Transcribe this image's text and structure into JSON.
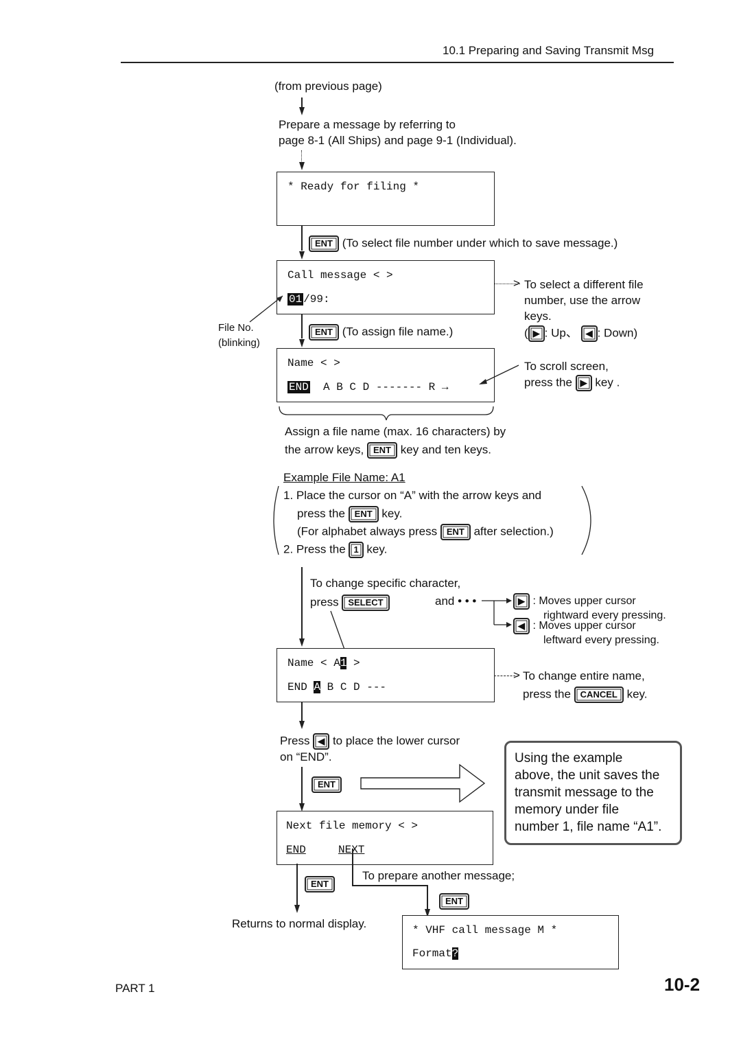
{
  "header": {
    "section_title": "10.1 Preparing and Saving Transmit Msg"
  },
  "flow": {
    "from_previous": "(from previous page)",
    "prepare_line1": "Prepare a message by referring to",
    "prepare_line2": "page 8-1 (All Ships) and page 9-1 (Individual).",
    "screen1": {
      "line1": "* Ready for filing *"
    },
    "step1": {
      "key": "ENT",
      "note": "(To select file number under which to save message.)"
    },
    "screen2": {
      "line1": "Call message <      >",
      "file_no": "01",
      "line2_rest": "/99:"
    },
    "file_no_label": "File No.",
    "file_no_sub": "(blinking)",
    "select_file_note": {
      "line1": "To select a different file",
      "line2": "number, use the arrow",
      "line3": "keys.",
      "up_label": ": Up、",
      "down_label": ": Down)",
      "open_paren": "("
    },
    "step2": {
      "key": "ENT",
      "note": "(To assign file name.)"
    },
    "screen3": {
      "line1": "Name <      >",
      "end_label": "END",
      "line2_rest": "A B C D ------- R →"
    },
    "scroll_note": {
      "line1": "To scroll screen,",
      "line2_pre": "press the",
      "line2_post": "key ."
    },
    "assign_note": {
      "line1": "Assign a file name (max. 16 characters) by",
      "line2_pre": "the arrow keys,",
      "key": "ENT",
      "line2_post": "key and ten keys."
    },
    "example": {
      "title": "Example File Name: A1",
      "item1_line1": "1. Place the cursor on “A” with the arrow keys and",
      "item1_line2_pre": "press the",
      "item1_line2_post": "key.",
      "item1_line3_pre": "(For alphabet always press",
      "item1_line3_post": "after selection.)",
      "item2_pre": "2. Press the",
      "item2_key": "1",
      "item2_post": "key.",
      "key": "ENT"
    },
    "change_char": {
      "line1": "To change specific character,",
      "press": "press",
      "select_key": "SELECT",
      "and": "and • • •",
      "right_line1": ": Moves upper cursor",
      "right_line2": "rightward every pressing.",
      "left_line1": ": Moves upper cursor",
      "left_line2": "leftward every pressing."
    },
    "screen4": {
      "line1_pre": "Name < A",
      "line1_cursor": "1",
      "line1_post": " >",
      "line2_pre": "END ",
      "line2_cursor": "A",
      "line2_post": " B C D ---"
    },
    "change_name": {
      "line1": "To change entire name,",
      "line2_pre": "press the",
      "key": "CANCEL",
      "line2_post": "key."
    },
    "press_left": {
      "pre": "Press",
      "post": "to place the lower cursor",
      "line2": "on “END”."
    },
    "step3": {
      "key": "ENT"
    },
    "callout": {
      "line1": "Using the example",
      "line2": "above, the unit saves the",
      "line3": "transmit message to the",
      "line4": "memory under file",
      "line5": "number 1, file name “A1”."
    },
    "screen5": {
      "line1": "Next file memory <      >",
      "opt_end": "END",
      "opt_next": "NEXT"
    },
    "branch_end": {
      "key": "ENT",
      "result": "Returns to normal display."
    },
    "branch_next": {
      "note": "To prepare another message;",
      "key": "ENT"
    },
    "screen6": {
      "line1": "* VHF call message M *",
      "line2_pre": "Format",
      "line2_cursor": "?"
    }
  },
  "footer": {
    "part": "PART 1",
    "page_number": "10-2"
  }
}
